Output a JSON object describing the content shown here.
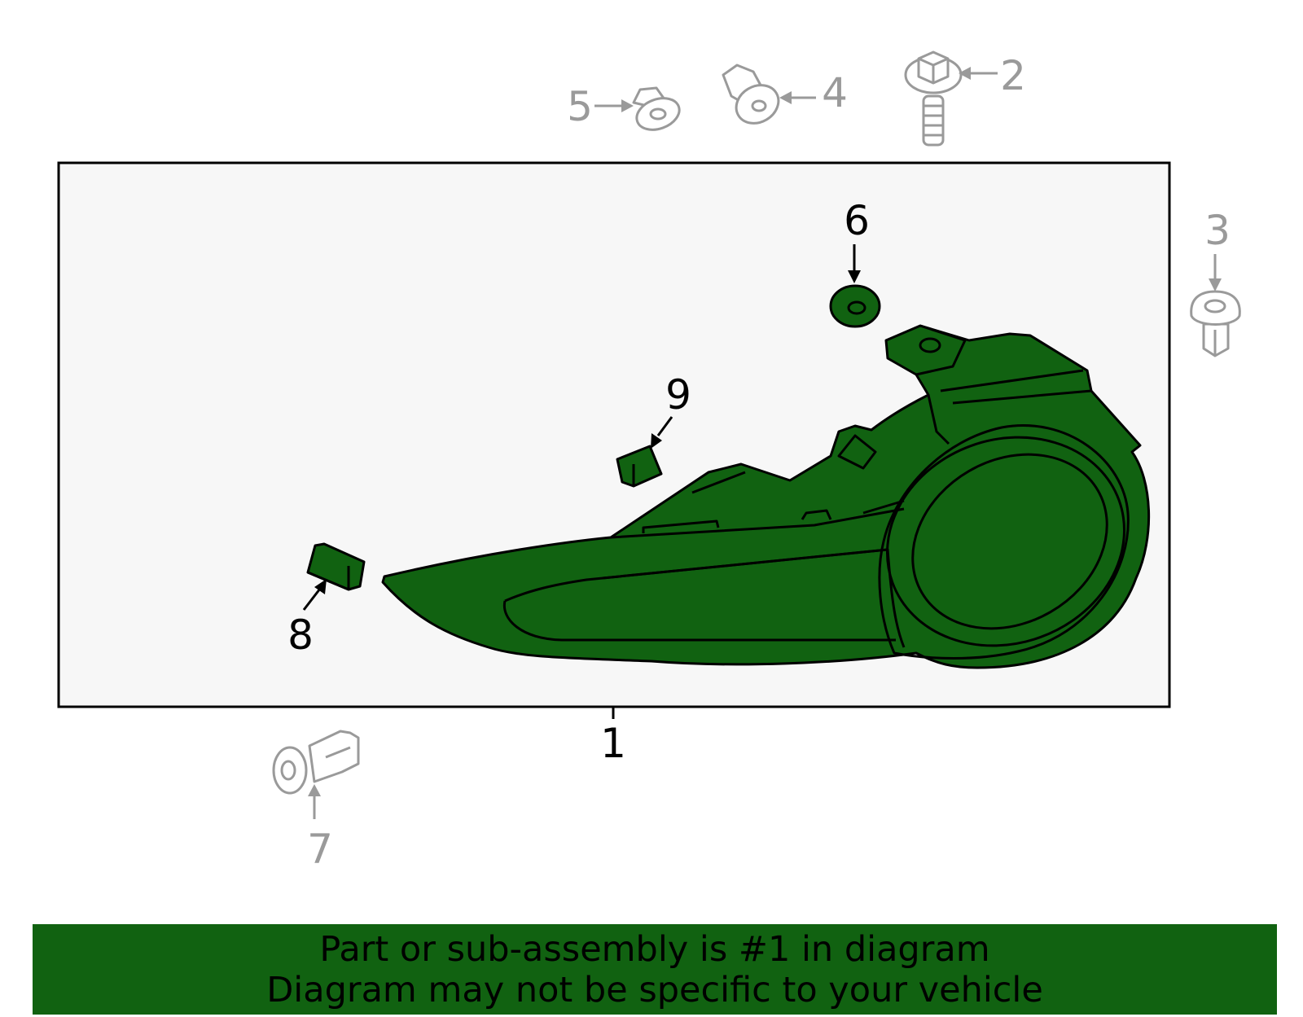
{
  "callouts": [
    {
      "number": "1",
      "part": "highlighted",
      "color": "#000000"
    },
    {
      "number": "2",
      "part": "other",
      "color": "#9a9a9a"
    },
    {
      "number": "3",
      "part": "other",
      "color": "#9a9a9a"
    },
    {
      "number": "4",
      "part": "other",
      "color": "#9a9a9a"
    },
    {
      "number": "5",
      "part": "other",
      "color": "#9a9a9a"
    },
    {
      "number": "6",
      "part": "highlighted",
      "color": "#000000"
    },
    {
      "number": "7",
      "part": "other",
      "color": "#9a9a9a"
    },
    {
      "number": "8",
      "part": "highlighted",
      "color": "#000000"
    },
    {
      "number": "9",
      "part": "highlighted",
      "color": "#000000"
    }
  ],
  "colors": {
    "highlight_fill": "#116211",
    "outline": "#000000",
    "box_fill": "#f7f7f7",
    "other_parts": "#9a9a9a",
    "banner_fill": "#116211"
  },
  "banner": {
    "line1": "Part or sub-assembly is #1 in diagram",
    "line2": "Diagram may not be specific to your vehicle"
  }
}
